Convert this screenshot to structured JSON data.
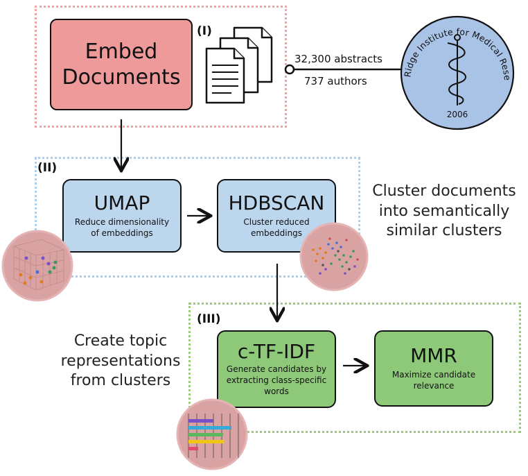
{
  "stages": {
    "embed": {
      "roman": "(I)",
      "title_line1": "Embed",
      "title_line2": "Documents",
      "abstracts": "32,300 abstracts",
      "authors": "737 authors"
    },
    "cluster": {
      "roman": "(II)",
      "umap_title": "UMAP",
      "umap_desc_1": "Reduce dimensionality",
      "umap_desc_2": "of embeddings",
      "hdbscan_title": "HDBSCAN",
      "hdbscan_desc_1": "Cluster reduced",
      "hdbscan_desc_2": "embeddings",
      "side_line1": "Cluster documents",
      "side_line2": "into semantically",
      "side_line3": "similar clusters"
    },
    "topics": {
      "roman": "(III)",
      "ctfidf_title": "c-TF-IDF",
      "ctfidf_desc_1": "Generate candidates by",
      "ctfidf_desc_2": "extracting class-specific",
      "ctfidf_desc_3": "words",
      "mmr_title": "MMR",
      "mmr_desc_1": "Maximize candidate",
      "mmr_desc_2": "relevance",
      "side_line1": "Create topic",
      "side_line2": "representations",
      "side_line3": "from clusters"
    }
  },
  "seal": {
    "ring_text": "Blue Ridge Institute for Medical Research",
    "year": "2006"
  },
  "colors": {
    "embed_fill": "#ef9a9a",
    "embed_border": "#f2a3a3",
    "cluster_fill": "#bcd6ee",
    "cluster_border": "#a9d0f0",
    "topic_fill": "#8ec97a",
    "topic_border": "#9ccb7a",
    "seal_fill": "#a9c3e6",
    "thumb_fill": "#d9a3a3"
  },
  "icons": [
    "document-stack-icon",
    "caduceus-icon",
    "3d-scatter-icon",
    "cluster-scatter-icon",
    "bar-chart-icon"
  ]
}
